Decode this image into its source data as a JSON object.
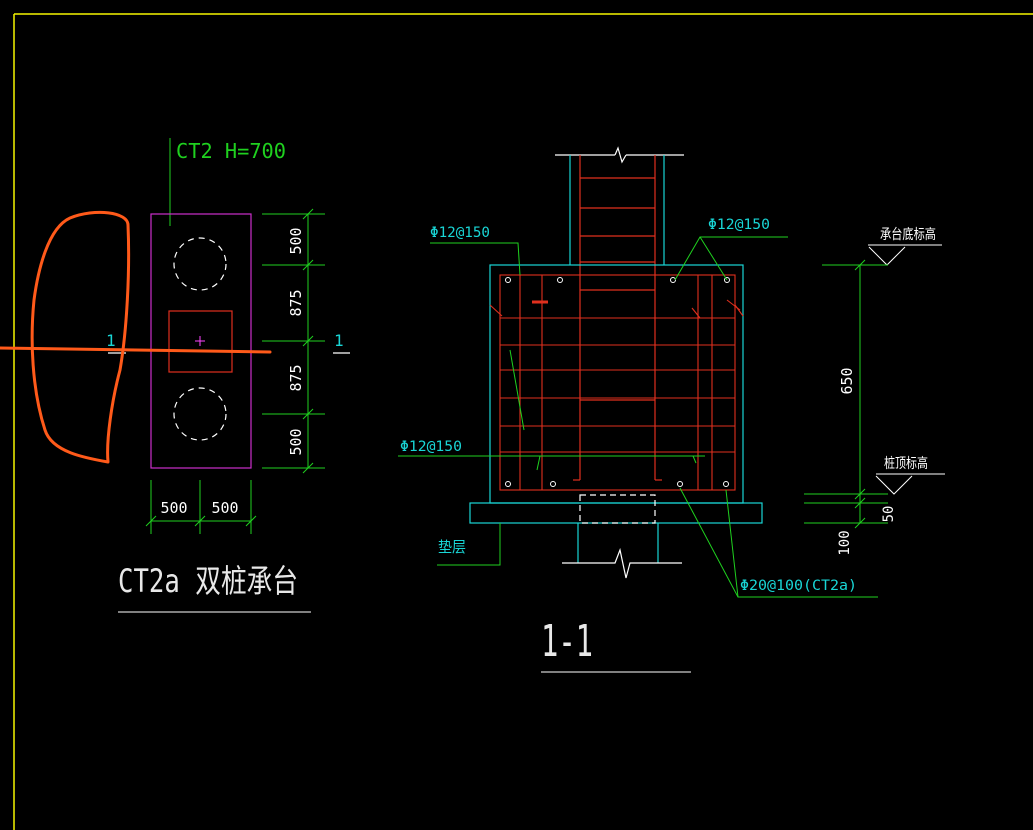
{
  "colors": {
    "background": "#000000",
    "frame": "#f5f500",
    "outline": "#cc2ecc",
    "rebar": "#e0301e",
    "concrete": "#19d6d6",
    "dimension": "#1fd11f",
    "annotation": "#19d6d6",
    "text_white": "#ffffff",
    "title_text": "#e8e8e8",
    "leader": "#1fd11f",
    "highlight_marker": "#ff5a1a",
    "center_mark": "#ff44ff"
  },
  "plan": {
    "callout": "CT2  H=700",
    "dim_right": [
      "500",
      "875",
      "875",
      "500"
    ],
    "dim_bottom": [
      "500",
      "500"
    ],
    "section_mark_left": "1",
    "section_mark_right": "1",
    "title": "CT2a 双桩承台"
  },
  "section": {
    "title": "1-1",
    "rebar_top_left": "Φ12@150",
    "rebar_top_right": "Φ12@150",
    "rebar_middle": "Φ12@150",
    "rebar_bottom": "Φ20@100(CT2a)",
    "cushion": "垫层",
    "elev_cap_bottom": "承台底标高",
    "elev_pile_top": "桩顶标高",
    "dim_650": "650",
    "dim_50": "50",
    "dim_100": "100"
  }
}
